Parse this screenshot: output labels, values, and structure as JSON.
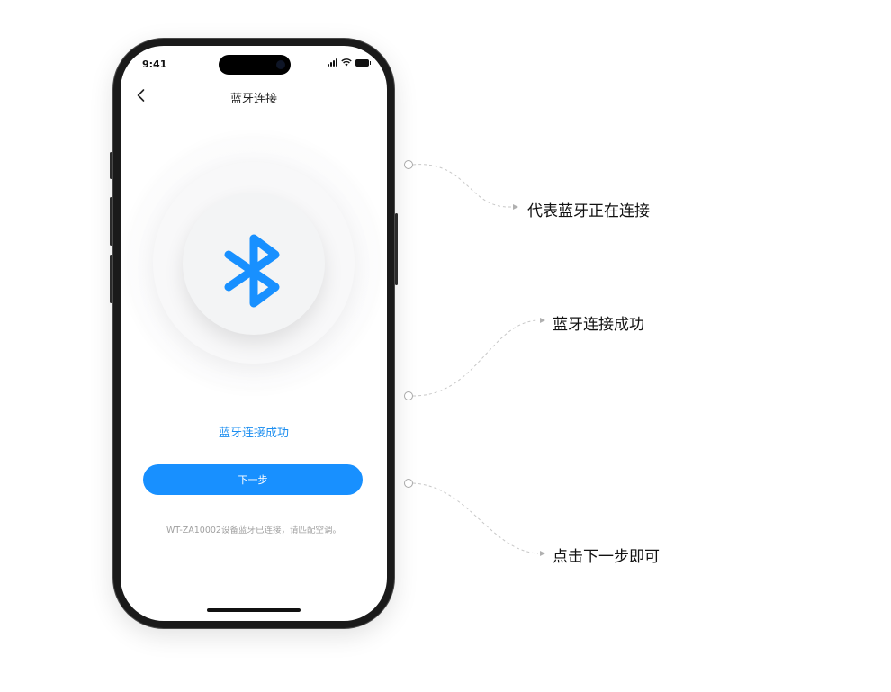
{
  "status_bar": {
    "time": "9:41"
  },
  "nav": {
    "back_icon": "chevron-left-icon",
    "title": "蓝牙连接"
  },
  "main": {
    "bluetooth_icon": "bluetooth-icon",
    "status_text": "蓝牙连接成功",
    "next_button_label": "下一步",
    "hint_text": "WT-ZA10002设备蓝牙已连接，请匹配空调。"
  },
  "annotations": [
    {
      "label": "代表蓝牙正在连接"
    },
    {
      "label": "蓝牙连接成功"
    },
    {
      "label": "点击下一步即可"
    }
  ],
  "colors": {
    "accent": "#1890ff",
    "status_text": "#1e8ff0",
    "annotation_line": "#c8c8c8"
  }
}
